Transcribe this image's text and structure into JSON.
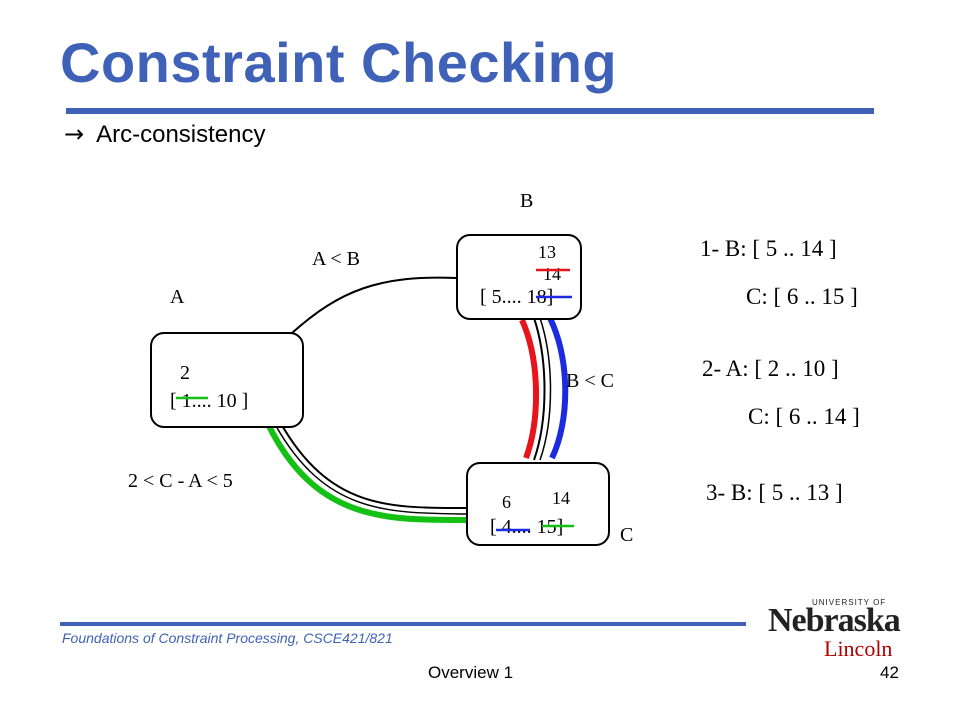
{
  "slide": {
    "title": "Constraint Checking",
    "subtitle_arrow": "→",
    "subtitle": "Arc-consistency"
  },
  "nodes": {
    "a": {
      "label": "A",
      "domain": "[ 1.... 10 ]",
      "mark": "2"
    },
    "b": {
      "label": "B",
      "domain": "[ 5.... 18]",
      "mark_top": "13",
      "mark_mid": "14"
    },
    "c": {
      "label": "C",
      "domain": "[ 4.... 15]",
      "mark_left": "6",
      "mark_right": "14"
    }
  },
  "edges": {
    "ab": "A < B",
    "bc": "B < C",
    "ac": "2 < C - A < 5"
  },
  "steps": [
    {
      "line1": "1- B: [ 5 .. 14 ]",
      "line2": "C:  [ 6 .. 15 ]"
    },
    {
      "line1": "2- A: [ 2 .. 10 ]",
      "line2": "C: [ 6 .. 14 ]"
    },
    {
      "line1": "3- B: [ 5 .. 13 ]"
    }
  ],
  "colors": {
    "title": "#3f62b8",
    "red": "#e8141c",
    "blue": "#1c2be0",
    "green": "#14c014",
    "logo_red": "#b00000"
  },
  "footer": {
    "course": "Foundations of Constraint Processing, CSCE421/821",
    "center": "Overview 1",
    "page": "42"
  },
  "logo": {
    "university_of": "UNIVERSITY OF",
    "name": "Nebraska",
    "campus": "Lincoln"
  }
}
